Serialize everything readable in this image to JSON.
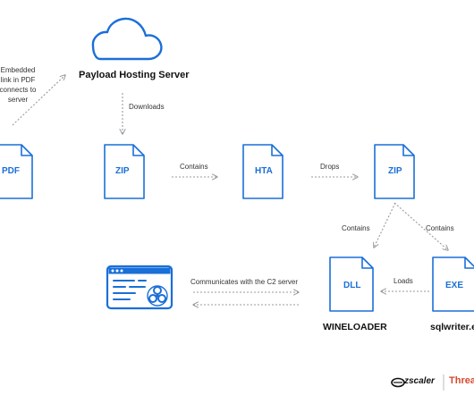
{
  "colors": {
    "accent": "#1a6fd8",
    "arrow": "#9a9a9a",
    "text": "#333333",
    "brand_red": "#d9482b"
  },
  "labels": {
    "embedded_link": [
      "Embedded",
      "link in PDF",
      "connects to",
      "server"
    ],
    "server_title": "Payload  Hosting Server",
    "downloads": "Downloads",
    "contains_1": "Contains",
    "drops": "Drops",
    "contains_2": "Contains",
    "contains_3": "Contains",
    "loads": "Loads",
    "c2": "Communicates with the C2 server",
    "wineloader": "WINELOADER",
    "sqlwriter": "sqlwriter.e"
  },
  "files": {
    "pdf": "PDF",
    "zip1": "ZIP",
    "hta": "HTA",
    "zip2": "ZIP",
    "dll": "DLL",
    "exe": "EXE"
  },
  "footer": {
    "brand": "zscaler",
    "threat": "Threa"
  },
  "icons": [
    "cloud-icon",
    "file-icon",
    "c2-monitor-icon",
    "biohazard-icon",
    "zscaler-logo-icon"
  ]
}
